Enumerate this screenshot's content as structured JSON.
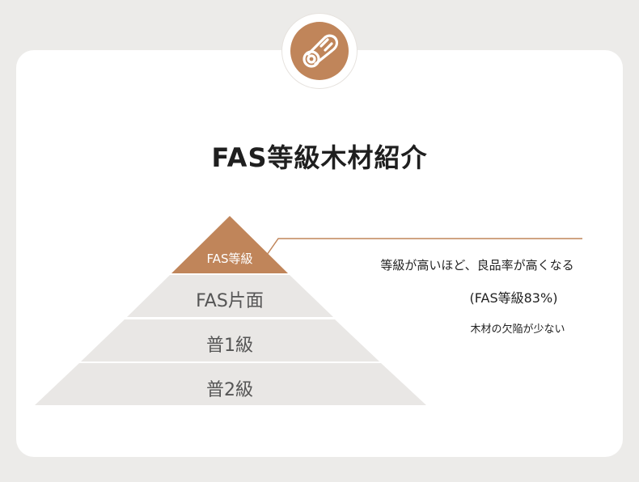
{
  "title": "FAS等級木材紹介",
  "icon": {
    "name": "log-icon",
    "color": "#c0855a"
  },
  "pyramid": {
    "top": "FAS等級",
    "tiers": [
      "FAS片面",
      "普1級",
      "普2級"
    ]
  },
  "description": {
    "line1": "等級が高いほど、良品率が高くなる",
    "line2": "(FAS等級83%)",
    "line3": "木材の欠陥が少ない"
  },
  "colors": {
    "accent": "#c0855a",
    "tier": "#e9e7e5",
    "background": "#ecebe9"
  }
}
